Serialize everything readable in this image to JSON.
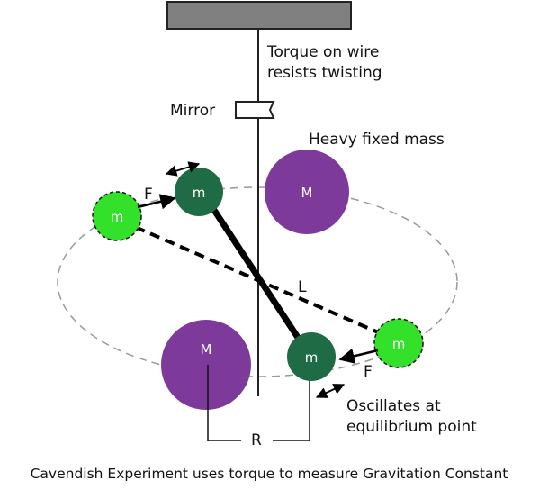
{
  "labels": {
    "torque_line1": "Torque on wire",
    "torque_line2": "resists twisting",
    "mirror": "Mirror",
    "heavy_fixed_mass": "Heavy fixed mass",
    "oscillates_line1": "Oscillates at",
    "oscillates_line2": "equilibrium point",
    "L": "L",
    "R": "R",
    "force_top": "F",
    "force_bottom": "F"
  },
  "masses": {
    "small": "m",
    "large": "M"
  },
  "caption": "Cavendish Experiment uses torque to measure Gravitation Constant",
  "colors": {
    "ceiling": "#808080",
    "small_mass_dark": "#1f6b45",
    "small_mass_light": "#33e02a",
    "large_mass": "#7d3a9b",
    "rod": "#000000",
    "ellipse": "#999999"
  }
}
